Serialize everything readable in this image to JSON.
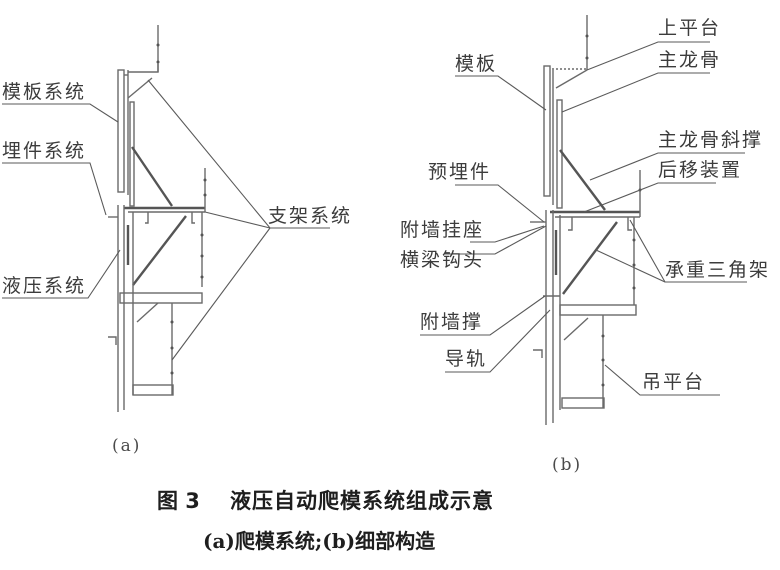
{
  "figure": {
    "panel_a": {
      "sublabel": "(a)",
      "labels": {
        "formwork_system": "模板系统",
        "embedded_system": "埋件系统",
        "hydraulic_system": "液压系统",
        "bracket_system": "支架系统"
      }
    },
    "panel_b": {
      "sublabel": "(b)",
      "labels": {
        "formwork": "模板",
        "upper_platform": "上平台",
        "main_keel": "主龙骨",
        "main_keel_diagonal_brace": "主龙骨斜撑",
        "retreat_device": "后移装置",
        "embedded_part": "预埋件",
        "wall_hanging_seat": "附墙挂座",
        "beam_hook": "横梁钩头",
        "load_bearing_triangle": "承重三角架",
        "wall_brace": "附墙撑",
        "guide_rail": "导轨",
        "hanging_platform": "吊平台"
      }
    },
    "caption": {
      "number": "图 3",
      "title": "液压自动爬模系统组成示意",
      "subtitle": "(a)爬模系统;(b)细部构造"
    }
  }
}
